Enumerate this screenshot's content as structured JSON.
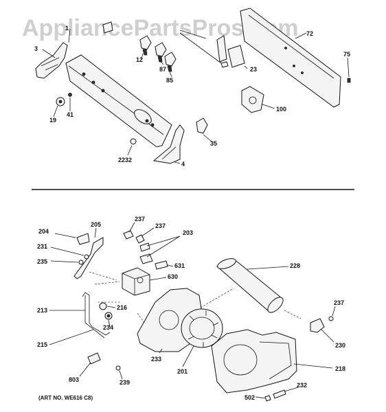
{
  "watermark": "AppliancePartsPros.com",
  "art_number": "(ART NO. WE616 C8)",
  "colors": {
    "ink": "#111111",
    "watermark": "#cfcfcf",
    "background": "#ffffff"
  },
  "upper_labels": {
    "l1": "1",
    "l3": "3",
    "l12": "12",
    "l87": "87",
    "l85": "85",
    "l72": "72",
    "l75": "75",
    "l23": "23",
    "l100": "100",
    "l19": "19",
    "l41": "41",
    "l35": "35",
    "l2232": "2232",
    "l4": "4"
  },
  "lower_labels": {
    "l204": "204",
    "l205": "205",
    "l231": "231",
    "l235": "235",
    "l237a": "237",
    "l237b": "237",
    "l203": "203",
    "l631": "631",
    "l630": "630",
    "l228": "228",
    "l213": "213",
    "l216": "216",
    "l234": "234",
    "l215": "215",
    "l233": "233",
    "l201": "201",
    "l237c": "237",
    "l230": "230",
    "l218": "218",
    "l803": "803",
    "l239": "239",
    "l232": "232",
    "l502": "502"
  }
}
